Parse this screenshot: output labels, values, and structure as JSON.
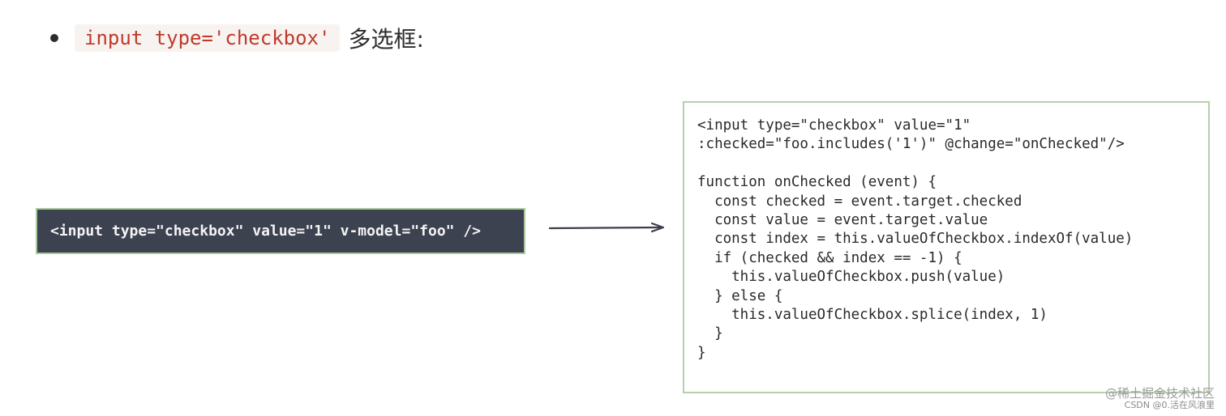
{
  "bullet": {
    "code": "input type='checkbox'",
    "text": "多选框:"
  },
  "source_snippet": "<input type=\"checkbox\" value=\"1\" v-model=\"foo\" />",
  "compiled_code": {
    "lines": [
      "<input type=\"checkbox\" value=\"1\"",
      ":checked=\"foo.includes('1')\" @change=\"onChecked\"/>",
      "",
      "function onChecked (event) {",
      "  const checked = event.target.checked",
      "  const value = event.target.value",
      "  const index = this.valueOfCheckbox.indexOf(value)",
      "  if (checked && index == -1) {",
      "    this.valueOfCheckbox.push(value)",
      "  } else {",
      "    this.valueOfCheckbox.splice(index, 1)",
      "  }",
      "}"
    ]
  },
  "watermark": {
    "line1": "@稀土掘金技术社区",
    "line2": "CSDN @0.活在风浪里"
  },
  "colors": {
    "inline_code": "#c0392b",
    "dark_box_bg": "#3d4250",
    "box_border": "#b7cfaa"
  },
  "icons": {
    "arrow": "right-arrow-icon"
  }
}
